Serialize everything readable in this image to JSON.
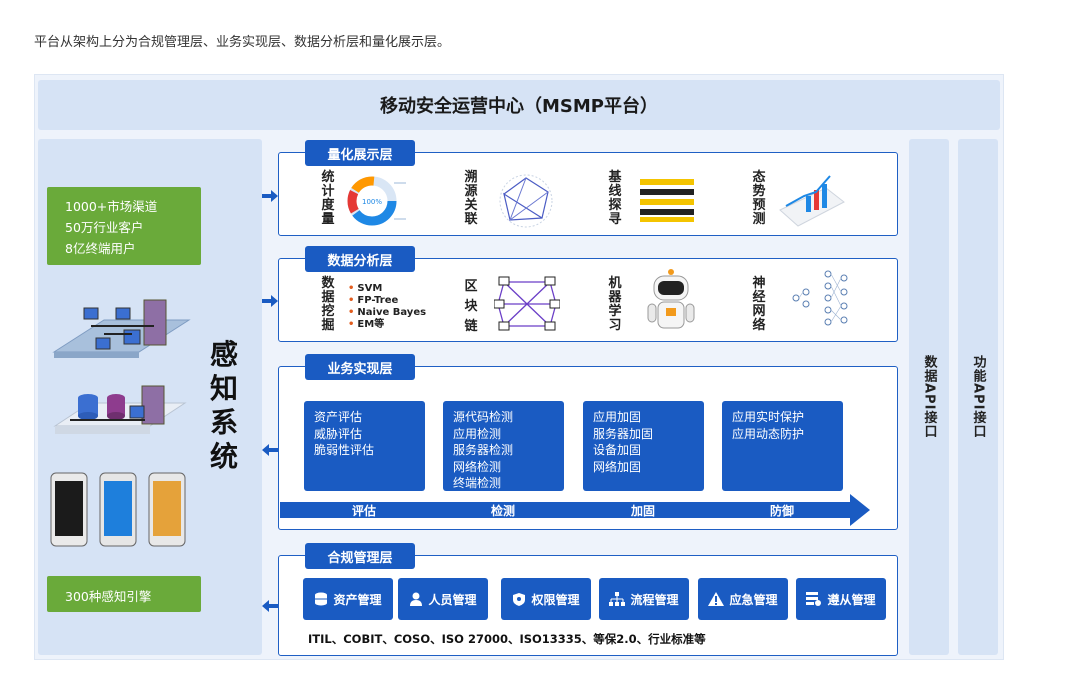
{
  "intro_text": "平台从架构上分为合规管理层、业务实现层、数据分析层和量化展示层。",
  "banner_title": "移动安全运营中心（MSMP平台）",
  "left": {
    "stats": [
      "1000+市场渠道",
      "50万行业客户",
      "8亿终端用户"
    ],
    "engines": "300种感知引擎",
    "perceive_label": [
      "感",
      "知",
      "系",
      "统"
    ]
  },
  "right_columns": [
    "数据API接口",
    "功能API接口"
  ],
  "layers": {
    "display": {
      "tag": "量化展示层",
      "items": [
        {
          "label": "统计度量",
          "icon": "donut-chart-icon"
        },
        {
          "label": "溯源关联",
          "icon": "network-graph-icon"
        },
        {
          "label": "基线探寻",
          "icon": "caution-tape-icon"
        },
        {
          "label": "态势预测",
          "icon": "trend-chart-icon"
        }
      ]
    },
    "analysis": {
      "tag": "数据分析层",
      "mining_label": "数据挖掘",
      "algorithms": [
        "SVM",
        "FP-Tree",
        "Naive Bayes",
        "EM等"
      ],
      "items": [
        {
          "label": "区块链",
          "icon": "blockchain-icon"
        },
        {
          "label": "机器学习",
          "icon": "robot-icon"
        },
        {
          "label": "神经网络",
          "icon": "neural-network-icon"
        }
      ]
    },
    "business": {
      "tag": "业务实现层",
      "boxes": [
        {
          "items": [
            "资产评估",
            "威胁评估",
            "脆弱性评估"
          ],
          "phase": "评估"
        },
        {
          "items": [
            "源代码检测",
            "应用检测",
            "服务器检测",
            "网络检测",
            "终端检测"
          ],
          "phase": "检测"
        },
        {
          "items": [
            "应用加固",
            "服务器加固",
            "设备加固",
            "网络加固"
          ],
          "phase": "加固"
        },
        {
          "items": [
            "应用实时保护",
            "应用动态防护"
          ],
          "phase": "防御"
        }
      ]
    },
    "compliance": {
      "tag": "合规管理层",
      "buttons": [
        {
          "label": "资产管理",
          "icon": "database-icon"
        },
        {
          "label": "人员管理",
          "icon": "user-icon"
        },
        {
          "label": "权限管理",
          "icon": "shield-icon"
        },
        {
          "label": "流程管理",
          "icon": "flow-icon"
        },
        {
          "label": "应急管理",
          "icon": "warning-icon"
        },
        {
          "label": "遵从管理",
          "icon": "compliance-icon"
        }
      ],
      "standards": "ITIL、COBIT、COSO、ISO 27000、ISO13335、等保2.0、行业标准等"
    }
  },
  "colors": {
    "primary": "#1a5bc2",
    "green": "#6aaa3a",
    "panel": "#d6e3f5"
  }
}
